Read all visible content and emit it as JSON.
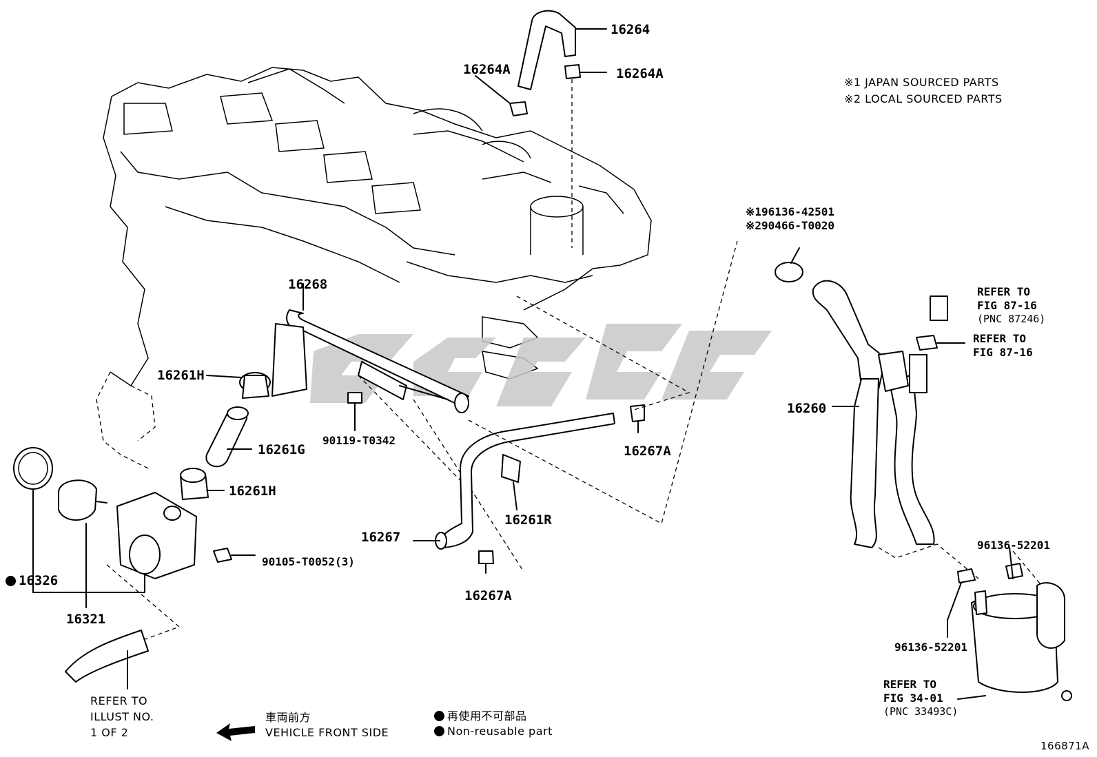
{
  "notes": {
    "japan": "※1 JAPAN SOURCED PARTS",
    "local": "※2 LOCAL SOURCED PARTS"
  },
  "parts": {
    "p16264": "16264",
    "p16264A_left": "16264A",
    "p16264A_right": "16264A",
    "p16268": "16268",
    "p16261H_top": "16261H",
    "p16261G": "16261G",
    "p16261H_bottom": "16261H",
    "p90119": "90119-T0342",
    "p16267A_right": "16267A",
    "p16261R": "16261R",
    "p16267": "16267",
    "p16267A_bottom": "16267A",
    "p90105": "90105-T0052(3)",
    "p16326": "16326",
    "p16321": "16321",
    "p96136_42501": "※196136-42501",
    "p90466": "※290466-T0020",
    "p16260": "16260",
    "p96136_52201_right": "96136-52201",
    "p96136_52201_left": "96136-52201"
  },
  "references": {
    "refer_fig_87_16_a": [
      "REFER TO",
      "FIG 87-16",
      "(PNC 87246)"
    ],
    "refer_fig_87_16_b": [
      "REFER TO",
      "FIG 87-16"
    ],
    "refer_fig_34_01": [
      "REFER TO",
      "FIG 34-01",
      "(PNC 33493C)"
    ],
    "refer_illust": [
      "REFER TO",
      "ILLUST NO.",
      "1 OF 2"
    ]
  },
  "legend": {
    "front_jp": "車両前方",
    "front_en": "VEHICLE FRONT SIDE",
    "nonreuse_jp": "再使用不可部品",
    "nonreuse_en": "Non-reusable part"
  },
  "figure_id": "166871A",
  "icons": [
    "arrow-left-icon",
    "bullet-icon"
  ]
}
